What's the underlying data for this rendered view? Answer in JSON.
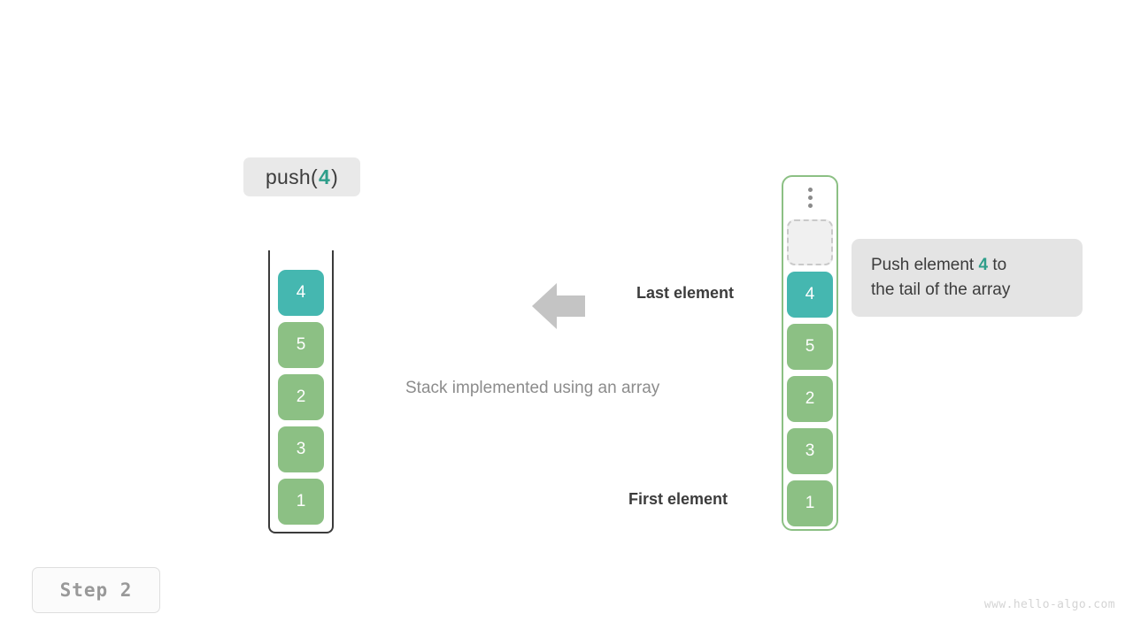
{
  "operation": {
    "prefix": "push(",
    "value": "4",
    "suffix": ")"
  },
  "stack": {
    "caption": "Stack implemented using an array",
    "cells": [
      {
        "value": "4",
        "style": "teal"
      },
      {
        "value": "5",
        "style": "green"
      },
      {
        "value": "2",
        "style": "green"
      },
      {
        "value": "3",
        "style": "green"
      },
      {
        "value": "1",
        "style": "green"
      }
    ]
  },
  "annotations": {
    "last_element": "Last element",
    "first_element": "First element",
    "arrow_icon": "arrow-left-icon",
    "arrow_color": "#c4c4c4"
  },
  "array": {
    "ellipsis_icon": "vertical-ellipsis-icon",
    "cells": [
      {
        "value": "",
        "style": "empty"
      },
      {
        "value": "4",
        "style": "teal"
      },
      {
        "value": "5",
        "style": "green"
      },
      {
        "value": "2",
        "style": "green"
      },
      {
        "value": "3",
        "style": "green"
      },
      {
        "value": "1",
        "style": "green"
      }
    ]
  },
  "callout": {
    "line1_before": "Push element ",
    "line1_accent": "4",
    "line1_after": " to",
    "line2": "the tail of the array"
  },
  "step": {
    "label": "Step  2"
  },
  "watermark": {
    "text": "www.hello-algo.com"
  },
  "colors": {
    "accent_teal": "#2e9e8a",
    "cell_teal": "#45b7b0",
    "cell_green": "#8cc084",
    "container_border": "#3b3b3b",
    "array_border": "#8cc084",
    "label_bg": "#e9e9e9",
    "callout_bg": "#e4e4e4"
  }
}
